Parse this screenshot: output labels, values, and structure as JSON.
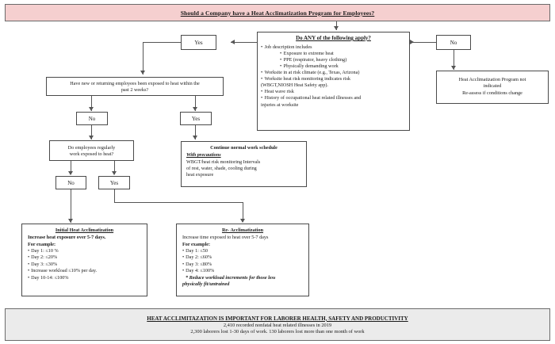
{
  "header": {
    "title": "Should a Company have a Heat Acclimatization Program for Employees?"
  },
  "decision_main": {
    "title": "Do ANY of the following apply?",
    "items": [
      "Job description includes",
      "Exposure to extreme heat",
      "PPE (respirator, heavy clothing)",
      "Physically demanding work",
      "Worksite in at risk climate (e.g., Texas, Arizona)",
      "Worksite heat risk monitoring indicates risk",
      "(WBGT,NIOSH Heat Safety app).",
      "Heat wave risk",
      "History of occupational heat related illnesses and",
      "injuries at worksite"
    ]
  },
  "labels": {
    "yes_top": "Yes",
    "no_top": "No",
    "no_q2": "No",
    "yes_q2": "Yes",
    "no_q3": "No",
    "yes_q3": "Yes"
  },
  "no_program_box": {
    "line1": "Heat Acclimatization Program not",
    "line2": "indicated",
    "line3": "Re-assess if conditions change"
  },
  "question_2": {
    "line1": "Have new or returning employees been exposed to heat within the",
    "line2": "past 2 weeks?"
  },
  "question_3": {
    "line1": "Do employees regularly",
    "line2": "work exposed to heat?"
  },
  "continue_box": {
    "title": "Continue normal work schedule",
    "subtitle": "With precautions",
    "line1": "WBGT/heat risk monitoring Intervals",
    "line2": "of rest, water, shade, cooling during",
    "line3": "heat exposure"
  },
  "initial_acclimatization": {
    "title": "Initial Heat Acclimatization",
    "line1": "Increase heat exposure over 5-7 days.",
    "line2": "For example:",
    "bullets": [
      "Day 1: ≤10 %",
      "Day 2: ≤20%",
      "Day 3: ≤30%",
      "Increase workload ≤10% per day.",
      "Day 10-14: ≤100%"
    ]
  },
  "re_acclimatization": {
    "title": "Re- Acclimatization",
    "line1": "Increase time exposed to heat over 5-7 days",
    "line2": "For example:",
    "bullets": [
      "Day 1: ≤50",
      "Day 2: ≤60%",
      "Day 3: ≤80%",
      "Day 4: ≤100%"
    ],
    "note_line1": "* Reduce workload increments for those less",
    "note_line2": "physically fit/untrained"
  },
  "footer": {
    "line1": "HEAT ACCLIMITAZATION IS IMPORTANT FOR  LABORER HEALTH, SAFETY AND PRODUCTIVITY",
    "line2": "2,410 recorded nonfatal heat related illnesses in 2019",
    "line3": "2,300 laborers lost 1-30 days of work. 130 laborers lost more than one month of work"
  },
  "colors": {
    "header_bg": "#f5cfcf",
    "footer_bg": "#ebebeb",
    "border": "#4a4a4a",
    "line": "#555555"
  }
}
